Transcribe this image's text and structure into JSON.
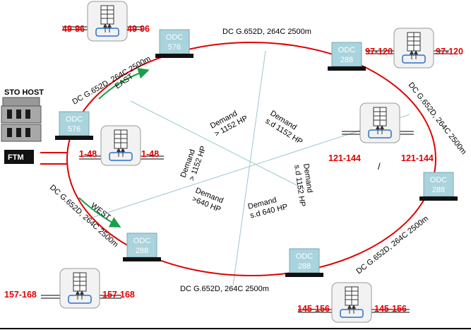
{
  "title": "STO HOST",
  "ftm_label": "FTM",
  "odc": [
    {
      "name": "ODC",
      "capacity": "576"
    },
    {
      "name": "ODC",
      "capacity": "288"
    },
    {
      "name": "ODC",
      "capacity": "576"
    },
    {
      "name": "ODC",
      "capacity": "288"
    },
    {
      "name": "ODC",
      "capacity": "288"
    },
    {
      "name": "ODC",
      "capacity": "288"
    }
  ],
  "cable_labels": {
    "top": "DC G.652D, 264C 2500m",
    "upper_left": "DC G.652D, 264C 2500m",
    "right": "DC G.652D, 264C 2500m",
    "lower_right": "DC G.652D, 264C 2500m",
    "bottom": "DC G.652D, 264C 2500m",
    "lower_left": "DC G.652D, 264C 2500m"
  },
  "ranges": {
    "r1a": "49-96",
    "r1b": "49-96",
    "r2a": "97-120",
    "r2b": "97-120",
    "r3a": "1-48",
    "r3b": "1-48",
    "r4a": "121-144",
    "r4b": "121-144",
    "r5a": "157-168",
    "r5b": "157-168",
    "r6a": "145-156",
    "r6b": "145-156"
  },
  "direction_labels": {
    "east": "EAST",
    "west": "WEST"
  },
  "demands": {
    "d1_line1": "Demand",
    "d1_line2": "> 1152 HP",
    "d2_line1": "Demand",
    "d2_line2": "s.d 1152 HP",
    "d3_line1": "Demand",
    "d3_line2": "> 1152 HP",
    "d4_line1": "Demand",
    "d4_line2": "s.d 1152 HP",
    "d5_line1": "Demand",
    "d5_line2": ">640 HP",
    "d6_line1": "Demand",
    "d6_line2": "s.d 640 HP"
  },
  "slash_mark": "/",
  "colors": {
    "ring": "#e00000",
    "odc_fill": "#a9d3dd",
    "arrow": "#1aa04a",
    "splitter": "#2a6fc9",
    "divider": "#9dc6cf"
  }
}
